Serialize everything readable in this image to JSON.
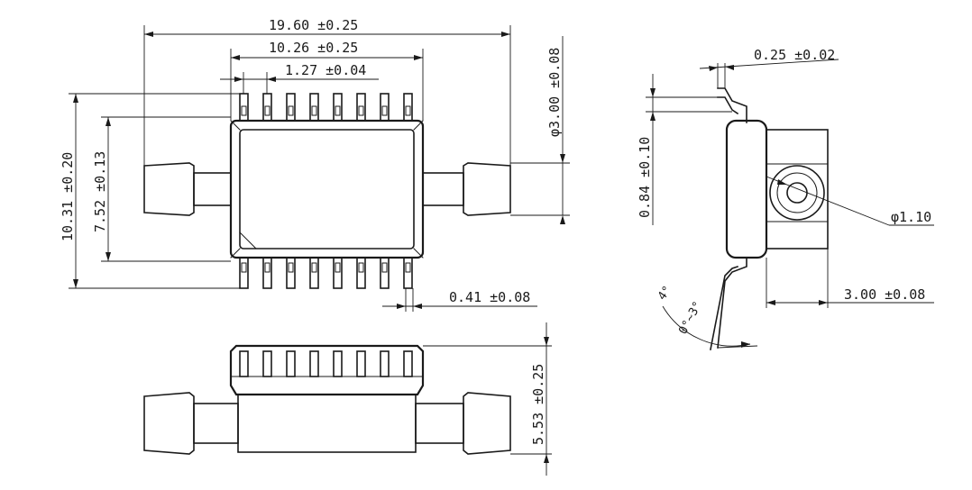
{
  "top_view": {
    "overall_length": "19.60 ±0.25",
    "body_length": "10.26 ±0.25",
    "pin_pitch": "1.27 ±0.04",
    "overall_width": "10.31 ±0.20",
    "body_width": "7.52 ±0.13",
    "port_diameter": "φ3.00 ±0.08",
    "lead_width": "0.41 ±0.08"
  },
  "side_view": {
    "lead_thickness": "0.25 ±0.02",
    "standoff": "0.84 ±0.10",
    "hole_diameter": "φ1.10",
    "port_offset": "3.00 ±0.08",
    "angle_max": "4°",
    "angle_range": "0°~3°"
  },
  "front_view": {
    "height": "5.53 ±0.25"
  }
}
